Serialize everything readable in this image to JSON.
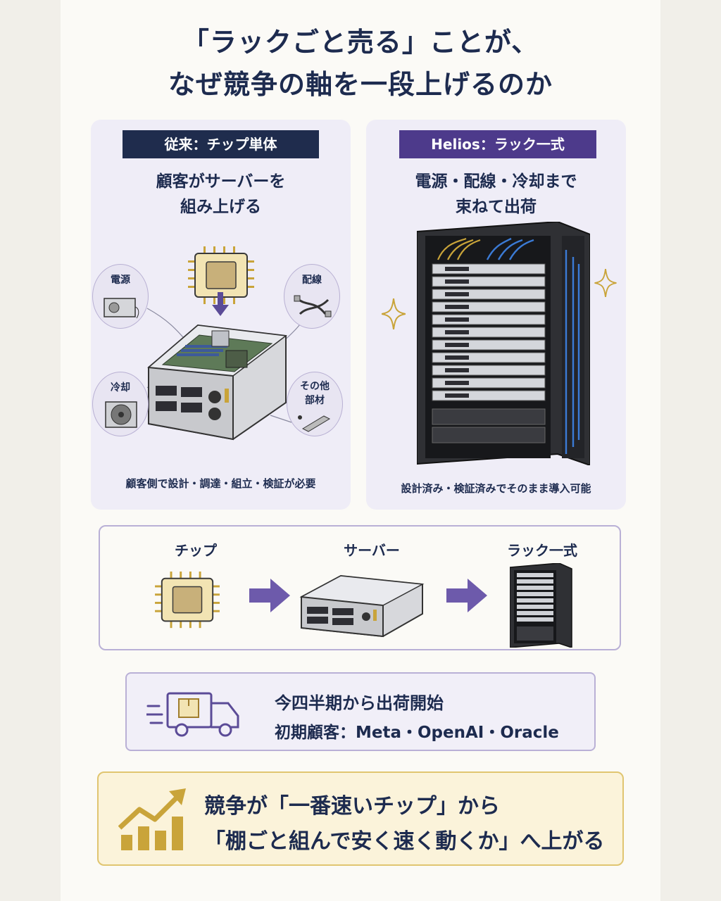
{
  "title": {
    "line1": "「ラックごと売る」ことが、",
    "line2": "なぜ競争の軸を一段上げるのか"
  },
  "left_panel": {
    "tag": "従来：チップ単体",
    "subtitle_line1": "顧客がサーバーを",
    "subtitle_line2": "組み上げる",
    "parts": {
      "power": "電源",
      "wiring": "配線",
      "cooling": "冷却",
      "other_line1": "その他",
      "other_line2": "部材"
    },
    "footer": "顧客側で設計・調達・組立・検証が必要"
  },
  "right_panel": {
    "tag": "Helios：ラック一式",
    "subtitle_line1": "電源・配線・冷却まで",
    "subtitle_line2": "束ねて出荷",
    "footer": "設計済み・検証済みでそのまま導入可能"
  },
  "flow": {
    "chip": "チップ",
    "server": "サーバー",
    "rack": "ラック一式"
  },
  "shipping": {
    "title": "今四半期から出荷開始",
    "customers": "初期顧客：Meta・OpenAI・Oracle"
  },
  "conclusion": {
    "line1": "競争が「一番速いチップ」から",
    "line2": "「棚ごと組んで安く速く動くか」へ上がる"
  },
  "colors": {
    "navy": "#1f2c4d",
    "purple": "#4d3a8b",
    "gold": "#e0c570",
    "lavender": "#efedf7"
  },
  "icons": [
    "chip-icon",
    "server-icon",
    "rack-icon",
    "truck-icon",
    "growth-chart-icon",
    "sparkle-icon",
    "arrow-right-icon"
  ]
}
